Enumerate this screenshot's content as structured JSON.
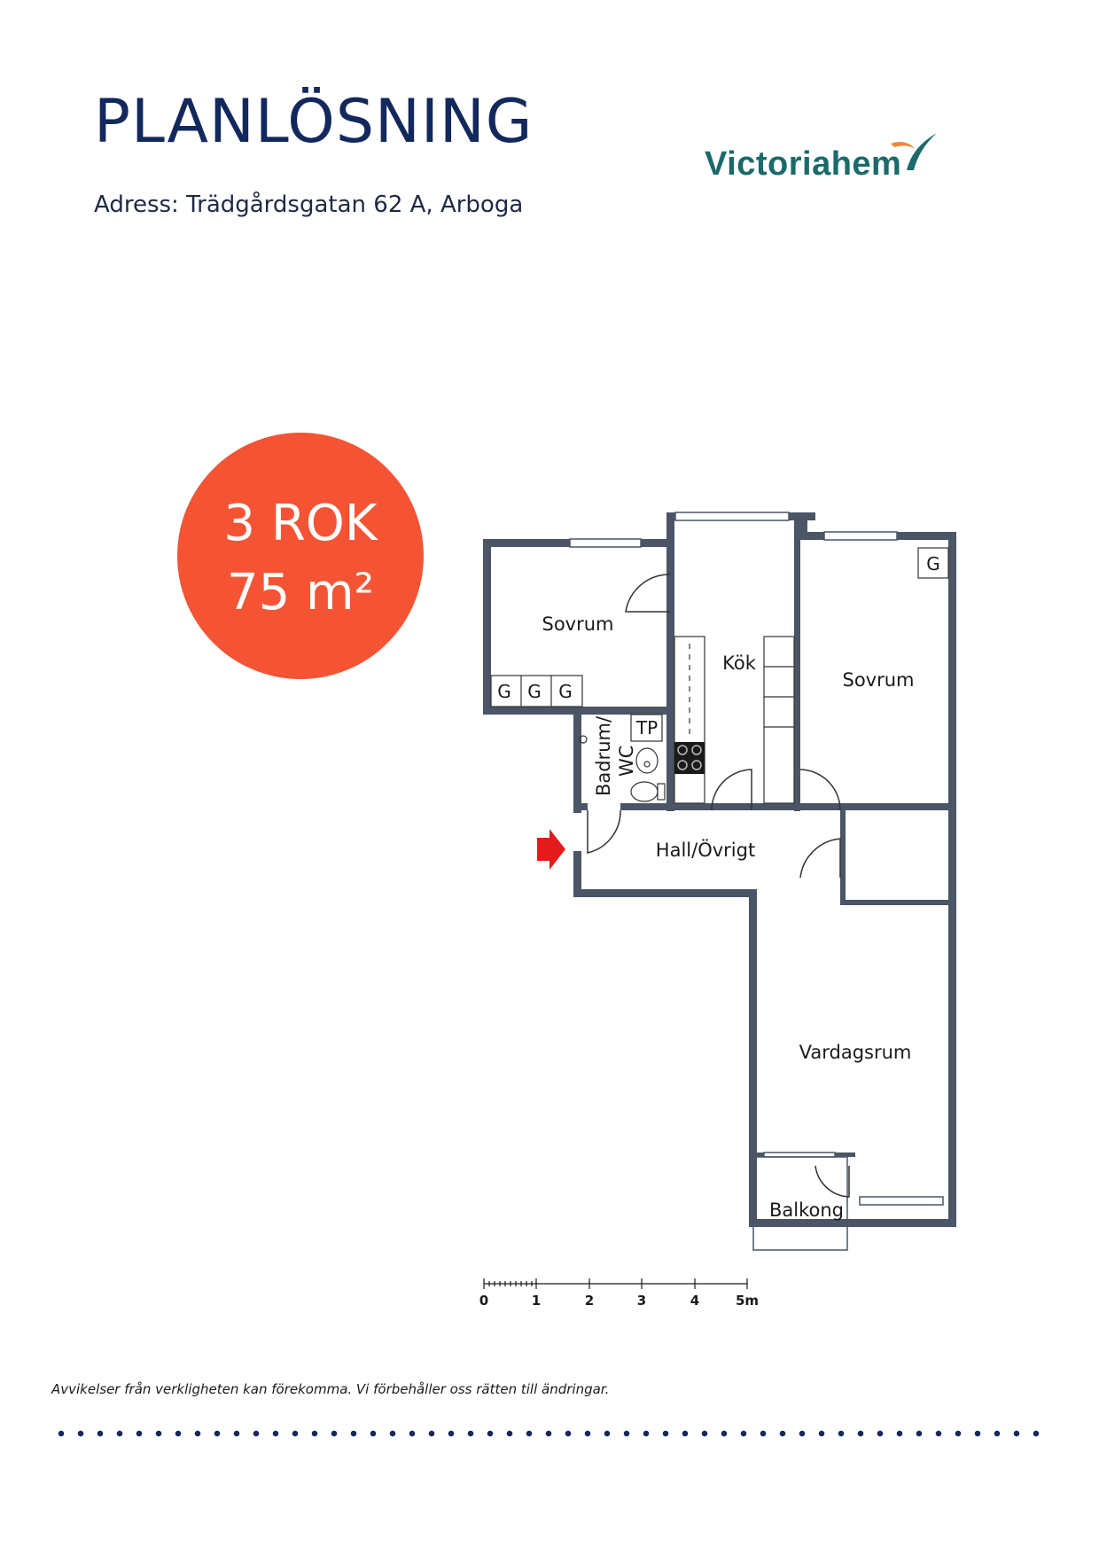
{
  "header": {
    "title": "PLANLÖSNING",
    "address": "Adress: Trädgårdsgatan 62 A, Arboga"
  },
  "logo": {
    "text": "Victoriahem",
    "colors": {
      "text": "#1b6a6a",
      "swoosh_orange": "#f0873a",
      "swoosh_teal": "#1b6a6a"
    }
  },
  "badge": {
    "type": "3 ROK",
    "area": "75 m²",
    "color": "#f55434"
  },
  "plan": {
    "wall_color": "#4a5565",
    "entrance_arrow_color": "#e41b1b",
    "rooms": {
      "sovrum_left": "Sovrum",
      "kok": "Kök",
      "sovrum_right": "Sovrum",
      "badrum_line1": "Badrum/",
      "badrum_line2": "WC",
      "hall": "Hall/Övrigt",
      "vardagsrum": "Vardagsrum",
      "balkong": "Balkong"
    },
    "fixtures": {
      "wardrobe_left_1": "G",
      "wardrobe_left_2": "G",
      "wardrobe_left_3": "G",
      "wardrobe_right": "G",
      "tp": "TP"
    },
    "scale": [
      "0",
      "1",
      "2",
      "3",
      "4",
      "5m"
    ]
  },
  "footer": {
    "disclaimer": "Avvikelser från verkligheten kan förekomma. Vi förbehåller oss rätten till ändringar.",
    "dot_color": "#13285c"
  }
}
